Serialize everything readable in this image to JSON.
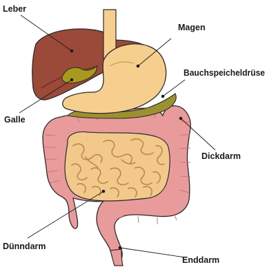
{
  "labels": {
    "liver": "Leber",
    "stomach": "Magen",
    "pancreas": "Bauchspeicheldrüse",
    "gallbladder": "Galle",
    "large_intestine": "Dickdarm",
    "small_intestine": "Dünndarm",
    "rectum": "Enddarm"
  },
  "colors": {
    "liver": "#9b4a3a",
    "liver_dark": "#7c3427",
    "stomach": "#f6cf8e",
    "small_intestine": "#f3c98b",
    "small_intestine_lines": "#b9884a",
    "large_intestine": "#e99a9a",
    "large_intestine_dark": "#c97373",
    "gallbladder": "#a89a1e",
    "pancreas": "#9c9030",
    "outline": "#2b2b2b",
    "leader_line": "#1a1a1a"
  }
}
